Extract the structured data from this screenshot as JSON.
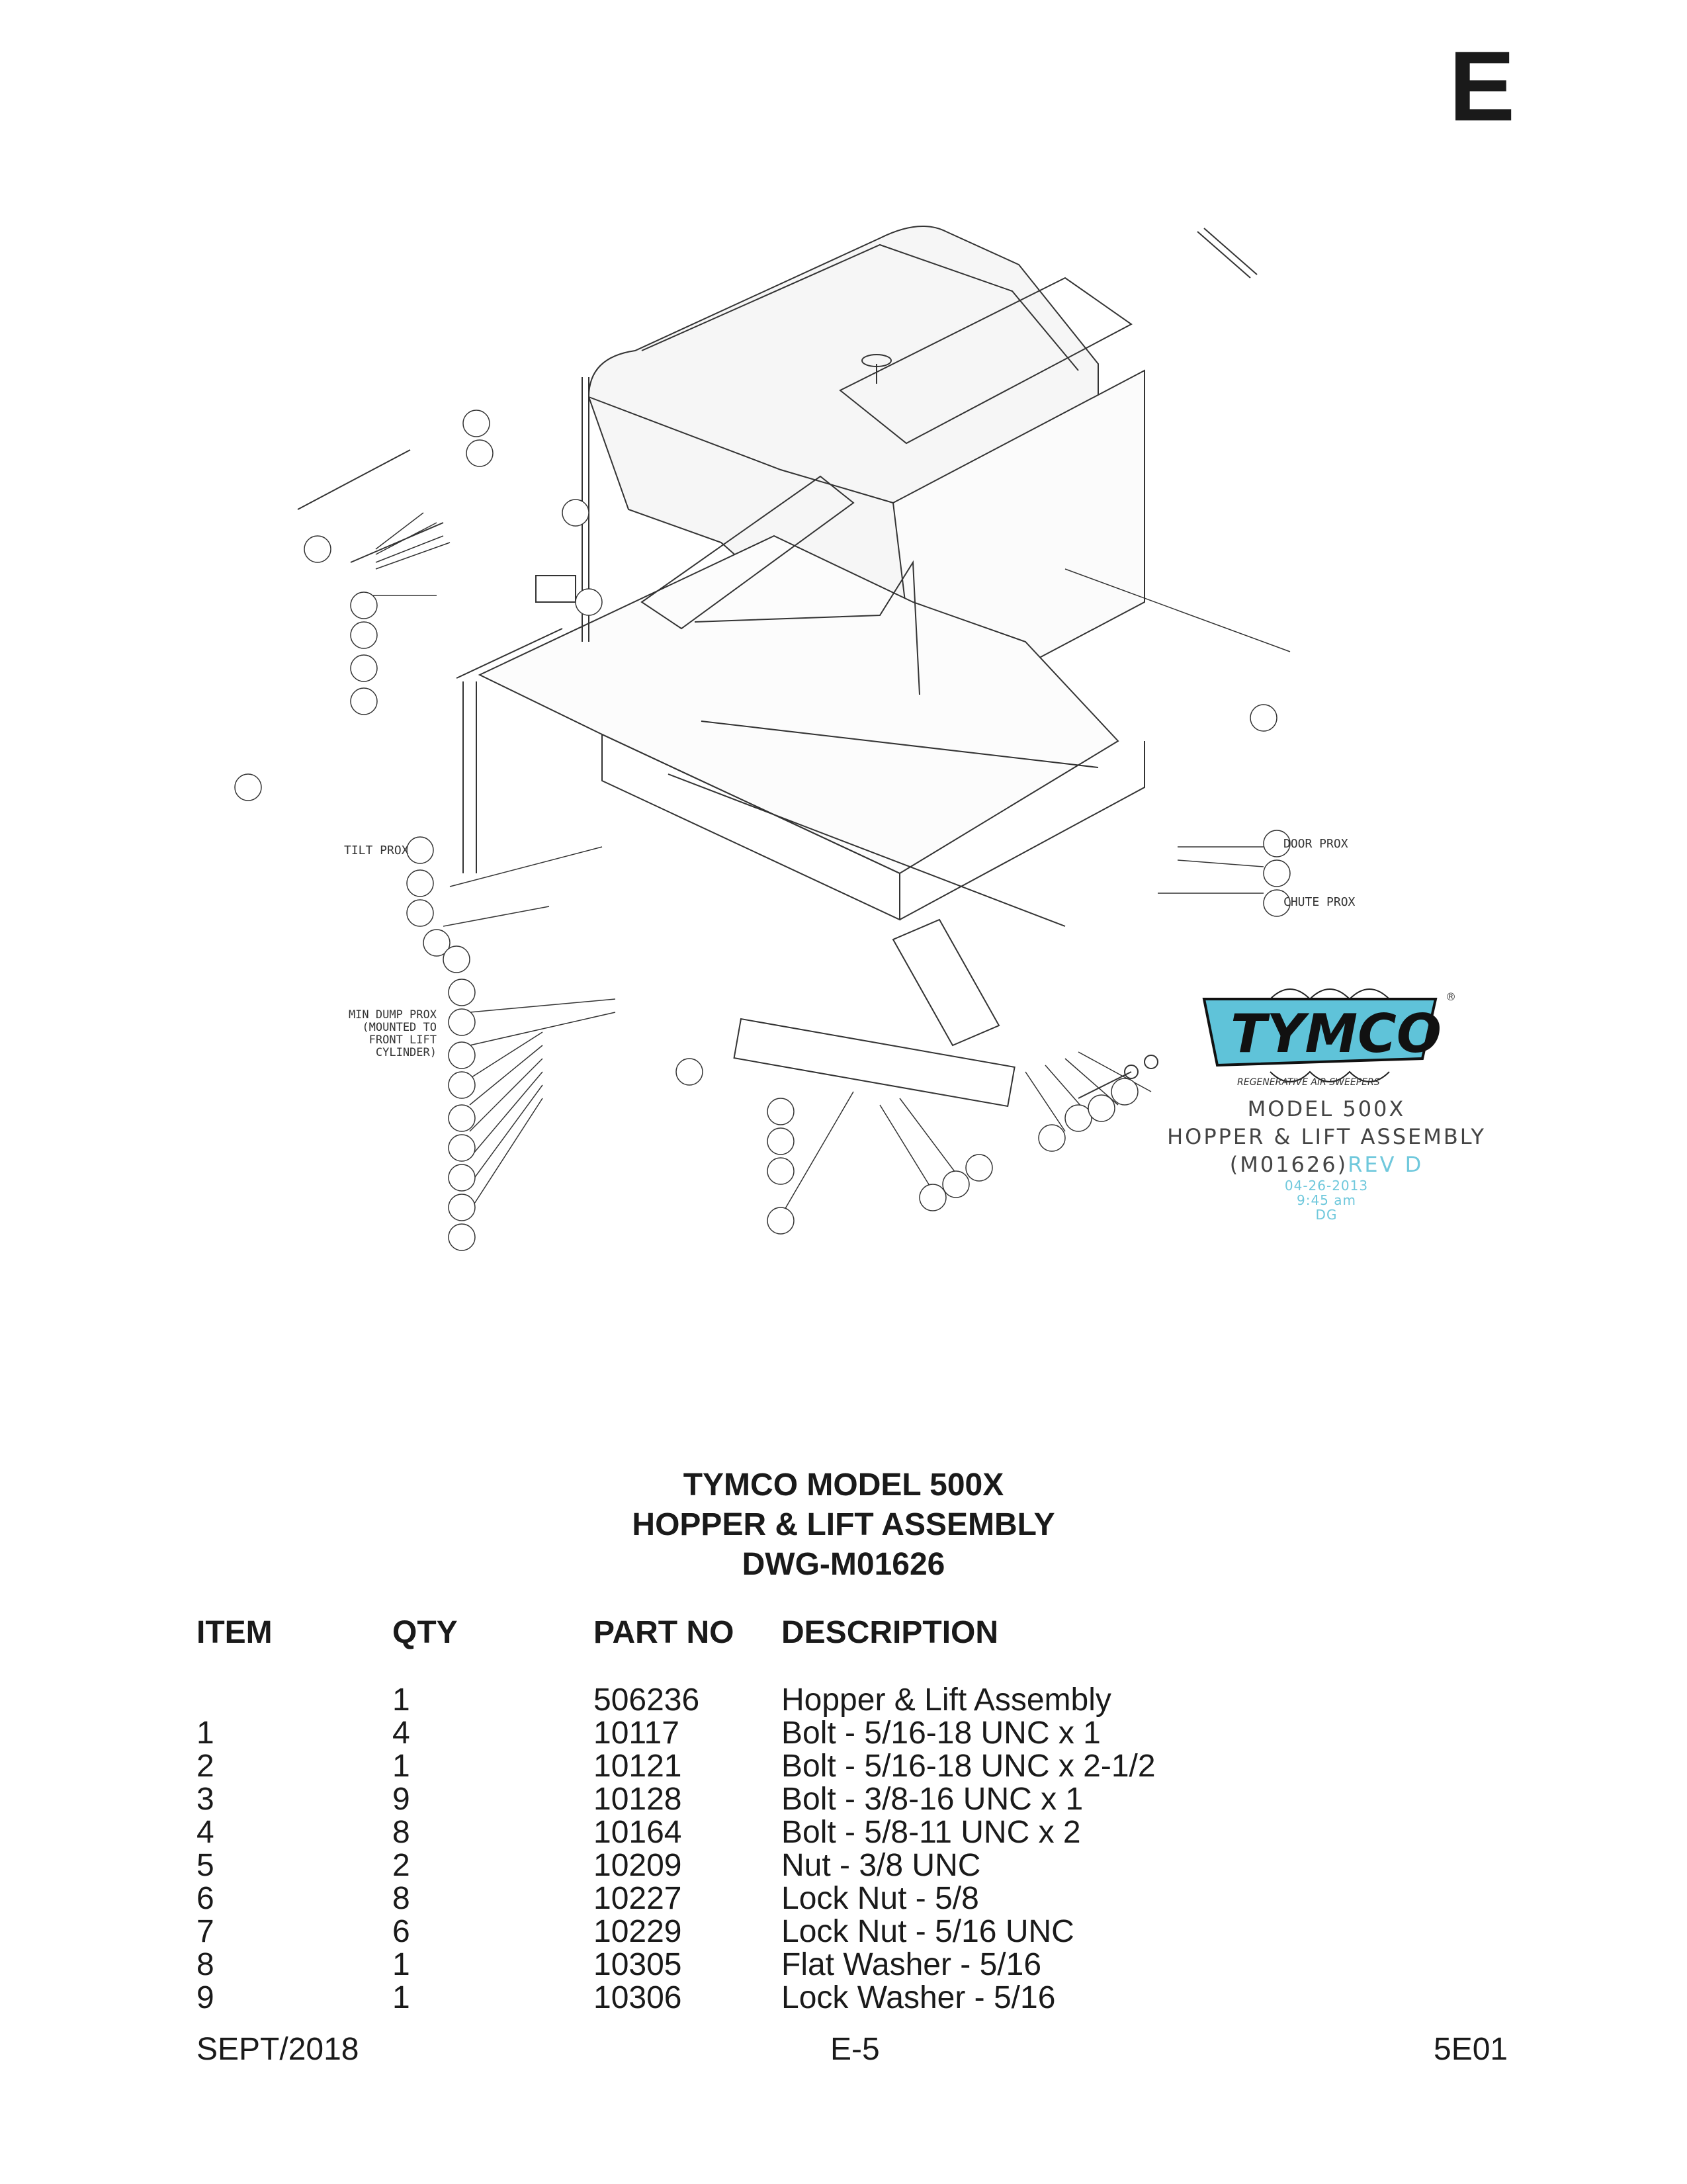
{
  "section_letter": "E",
  "drawing": {
    "callout_labels": {
      "tilt_prox": "TILT PROX",
      "door_prox": "DOOR PROX",
      "chute_prox": "CHUTE PROX",
      "min_dump_prox": [
        "MIN DUMP PROX",
        "(MOUNTED TO",
        "FRONT LIFT",
        "CYLINDER)"
      ]
    },
    "logo": {
      "text": "TYMCO",
      "tagline": "REGENERATIVE AIR SWEEPERS",
      "registered": "®",
      "accent_color": "#5fc3d9"
    },
    "title_block": {
      "model": "MODEL 500X",
      "assembly": "HOPPER & LIFT ASSEMBLY",
      "dwg": "(M01626)",
      "rev": "REV D",
      "date": "04-26-2013",
      "time": "9:45 am",
      "initials": "DG"
    }
  },
  "title": {
    "line1": "TYMCO MODEL 500X",
    "line2": "HOPPER & LIFT ASSEMBLY",
    "line3": "DWG-M01626"
  },
  "parts_table": {
    "headers": {
      "item": "ITEM",
      "qty": "QTY",
      "part_no": "PART NO",
      "description": "DESCRIPTION"
    },
    "rows": [
      {
        "item": "",
        "qty": "1",
        "part_no": "506236",
        "description": "Hopper & Lift Assembly"
      },
      {
        "item": "1",
        "qty": "4",
        "part_no": "10117",
        "description": "Bolt - 5/16-18 UNC x 1"
      },
      {
        "item": "2",
        "qty": "1",
        "part_no": "10121",
        "description": "Bolt - 5/16-18 UNC x 2-1/2"
      },
      {
        "item": "3",
        "qty": "9",
        "part_no": "10128",
        "description": "Bolt - 3/8-16 UNC x 1"
      },
      {
        "item": "4",
        "qty": "8",
        "part_no": "10164",
        "description": "Bolt - 5/8-11 UNC x 2"
      },
      {
        "item": "5",
        "qty": "2",
        "part_no": "10209",
        "description": "Nut - 3/8 UNC"
      },
      {
        "item": "6",
        "qty": "8",
        "part_no": "10227",
        "description": "Lock Nut - 5/8"
      },
      {
        "item": "7",
        "qty": "6",
        "part_no": "10229",
        "description": "Lock Nut - 5/16 UNC"
      },
      {
        "item": "8",
        "qty": "1",
        "part_no": "10305",
        "description": "Flat Washer - 5/16"
      },
      {
        "item": "9",
        "qty": "1",
        "part_no": "10306",
        "description": "Lock Washer - 5/16"
      }
    ]
  },
  "footer": {
    "date": "SEPT/2018",
    "page": "E-5",
    "code": "5E01"
  }
}
